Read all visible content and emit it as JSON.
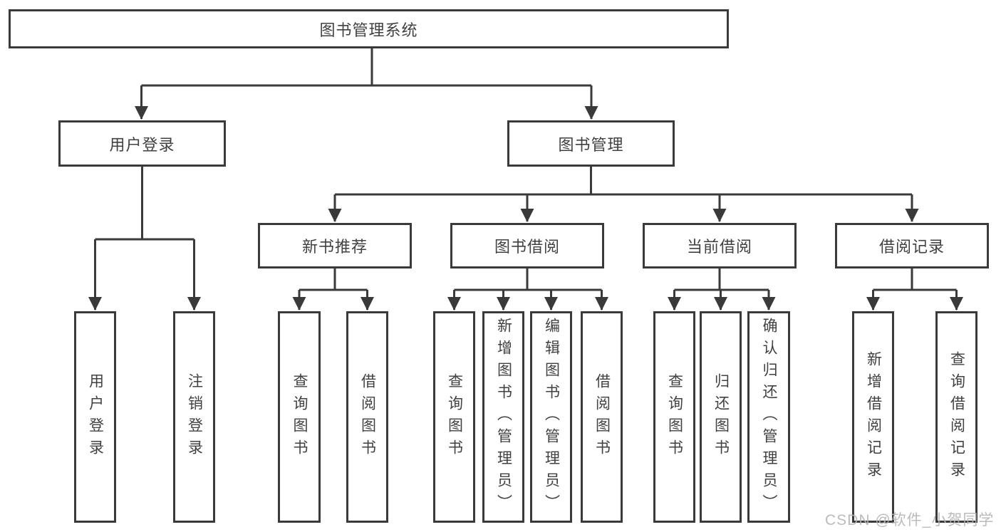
{
  "diagram": {
    "nodes": {
      "root": "图书管理系统",
      "user_login": "用户登录",
      "book_mgmt": "图书管理",
      "new_book_rec": "新书推荐",
      "book_borrow": "图书借阅",
      "current_borrow": "当前借阅",
      "borrow_records": "借阅记录",
      "leaf_user_login": "用户登录",
      "leaf_logout": "注销登录",
      "leaf_nb_query": "查询图书",
      "leaf_nb_borrow": "借阅图书",
      "leaf_bb_query": "查询图书",
      "leaf_bb_add": "新增图书（管理员）",
      "leaf_bb_edit": "编辑图书（管理员）",
      "leaf_bb_borrow": "借阅图书",
      "leaf_cb_query": "查询图书",
      "leaf_cb_return": "归还图书",
      "leaf_cb_confirm": "确认归还（管理员）",
      "leaf_br_add": "新增借阅记录",
      "leaf_br_query": "查询借阅记录"
    },
    "line_color": "#3a3a3a",
    "watermark": "CSDN @软件_小贺同学"
  }
}
